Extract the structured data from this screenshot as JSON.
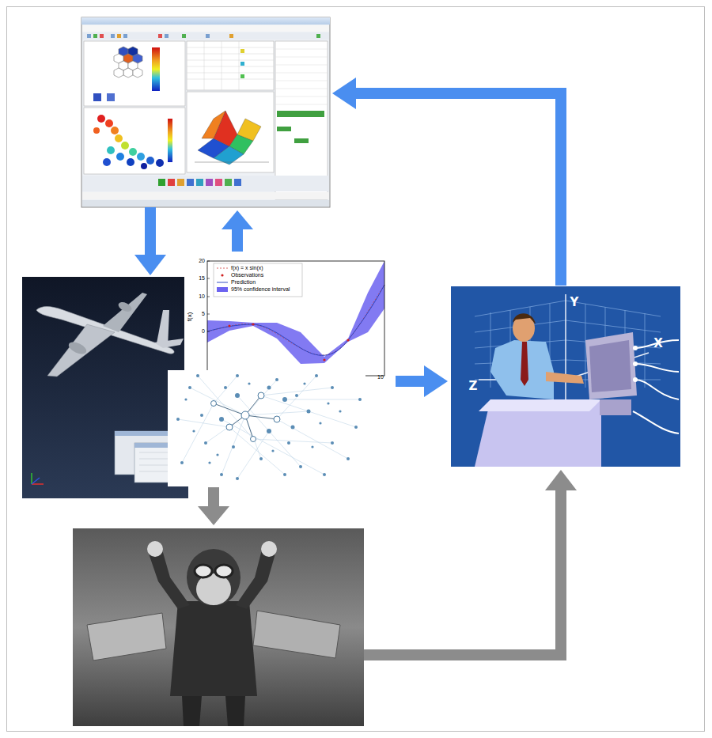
{
  "diagram": {
    "labels": [
      "f(x)",
      "20",
      "15",
      "10",
      "5",
      "0",
      "10",
      "Y",
      "X",
      "Z"
    ],
    "legend": [
      {
        "text": "f(x) = x sin(x)"
      },
      {
        "text": "Observations"
      },
      {
        "text": "Prediction"
      },
      {
        "text": "95% confidence interval",
        "color": "#6c63f0"
      }
    ]
  }
}
